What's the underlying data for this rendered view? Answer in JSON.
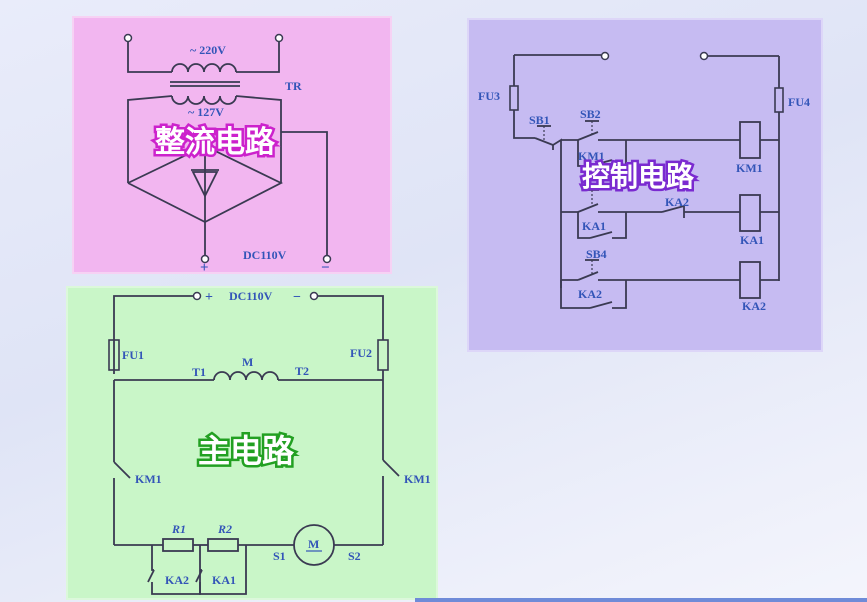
{
  "rectifier": {
    "title": "整流电路",
    "v_primary": "~ 220V",
    "v_secondary": "~ 127V",
    "transformer": "TR",
    "dc_out": "DC110V",
    "plus": "+",
    "minus": "−"
  },
  "control": {
    "title": "控制电路",
    "fu3": "FU3",
    "fu4": "FU4",
    "sb1": "SB1",
    "sb2": "SB2",
    "km1_contact": "KM1",
    "km1_coil": "KM1",
    "ka2_contact": "KA2",
    "ka1_contact": "KA1",
    "ka1_coil": "KA1",
    "sb4": "SB4",
    "ka2_contact_b": "KA2",
    "ka2_coil": "KA2"
  },
  "main": {
    "title": "主电路",
    "plus": "+",
    "dc": "DC110V",
    "minus": "−",
    "fu1": "FU1",
    "fu2": "FU2",
    "t1": "T1",
    "m": "M",
    "t2": "T2",
    "km1_left": "KM1",
    "km1_right": "KM1",
    "r1": "R1",
    "r2": "R2",
    "motor": "M",
    "s1": "S1",
    "s2": "S2",
    "ka2": "KA2",
    "ka1": "KA1"
  },
  "colors": {
    "rectifier_bg": "#f2b6f0",
    "control_bg": "#c6bbf2",
    "main_bg": "#c9f6c8",
    "wire": "#3a3a52",
    "label": "#3355b8",
    "title_rect": "#cc22cc",
    "title_ctrl": "#7a2ad0",
    "title_main": "#22a022"
  }
}
